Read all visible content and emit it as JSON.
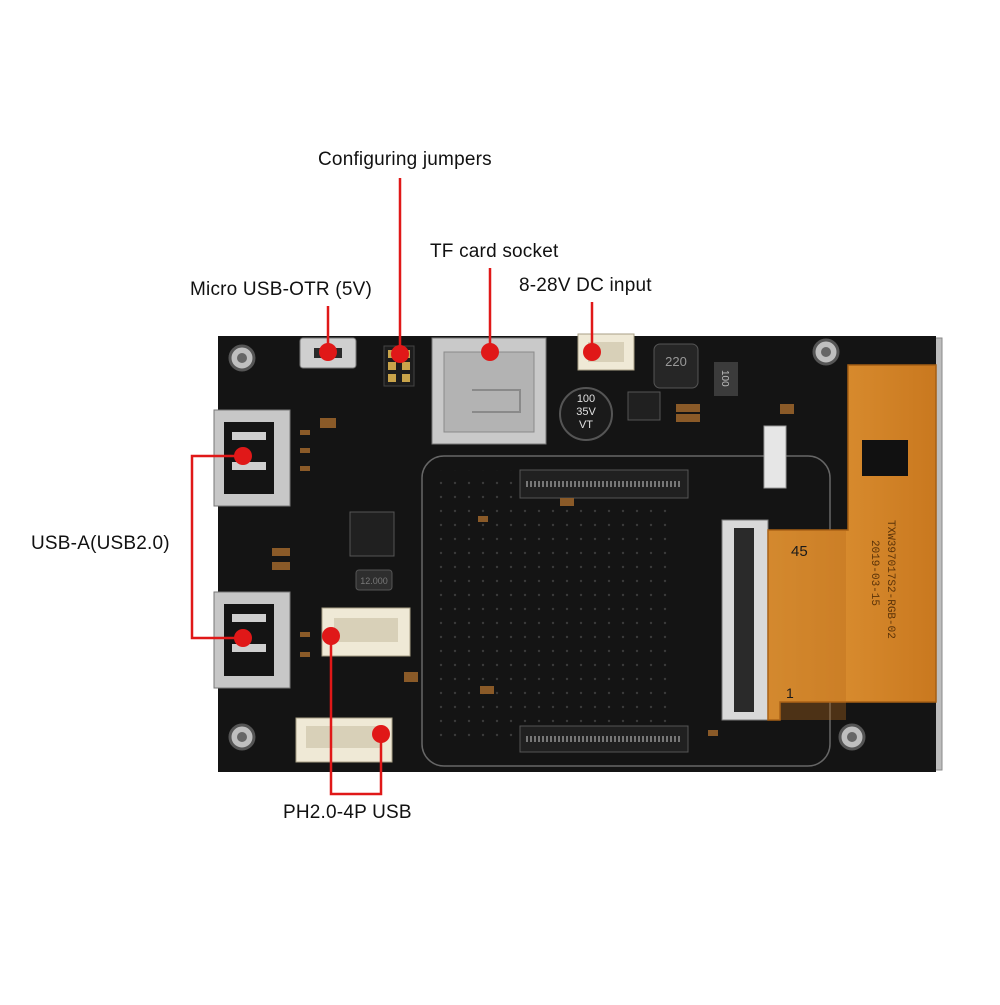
{
  "labels": {
    "configuring_jumpers": "Configuring jumpers",
    "tf_card_socket": "TF card socket",
    "micro_usb": "Micro USB-OTR (5V)",
    "dc_input": "8-28V DC input",
    "usb_a": "USB-A(USB2.0)",
    "ph_usb": "PH2.0-4P USB"
  },
  "board_markings": {
    "capacitor": [
      "100",
      "35V",
      "VT"
    ],
    "inductor": "220",
    "resistor": "100",
    "crystal": "12.000",
    "fpc_top": "45",
    "fpc_bottom": "1",
    "panel_model": "TXW397017S2-RGB-02",
    "panel_date": "2019-03-15"
  },
  "colors": {
    "pcb": "#141414",
    "silk": "#d8d8d8",
    "marker": "#e01818",
    "flex": "#d98a2c",
    "connector": "#efe9d6"
  }
}
